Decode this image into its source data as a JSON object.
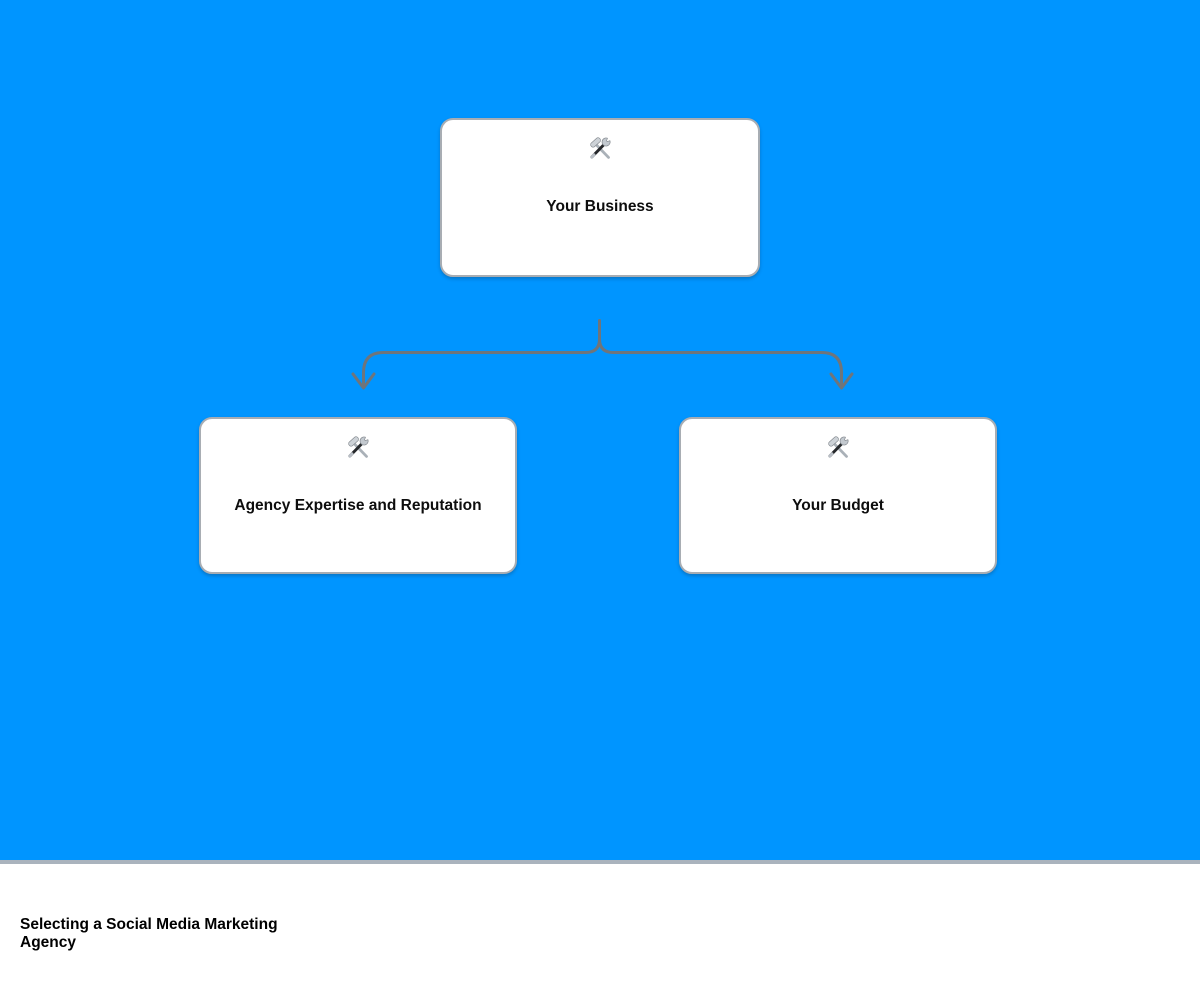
{
  "page": {
    "background_color": "#0095ff",
    "node_background_color": "#ffffff",
    "node_border_color": "#a8adb3",
    "arrow_color": "#6f757b",
    "divider_color": "#aab3bd",
    "footer_background_color": "#ffffff",
    "text_color": "#0d0d0d"
  },
  "icons": {
    "hammer_wrench": {
      "name": "hammer-wrench-icon",
      "unicode": "🛠️"
    }
  },
  "diagram": {
    "root": {
      "label": "Your Business",
      "icon": "hammer-wrench-icon"
    },
    "children": [
      {
        "label": "Agency Expertise and Reputation",
        "icon": "hammer-wrench-icon"
      },
      {
        "label": "Your Budget",
        "icon": "hammer-wrench-icon"
      }
    ]
  },
  "footer": {
    "title": "Selecting a Social Media Marketing Agency"
  }
}
